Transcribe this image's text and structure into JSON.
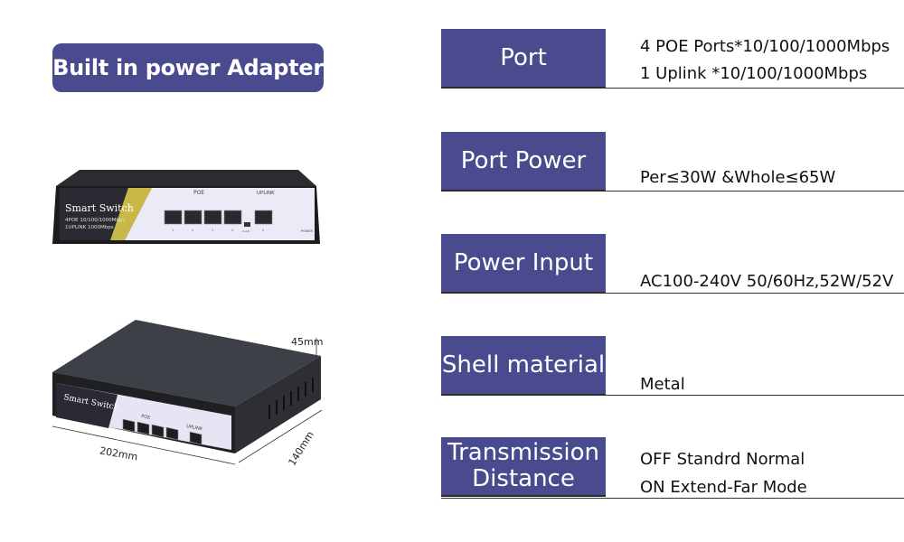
{
  "badge": {
    "text": "Built in power Adapter"
  },
  "specs": [
    {
      "label": "Port",
      "values": [
        "4 POE Ports*10/100/1000Mbps",
        "1 Uplink  *10/100/1000Mbps"
      ]
    },
    {
      "label": "Port Power",
      "values": [
        "Per≤30W &Whole≤65W"
      ]
    },
    {
      "label": "Power Input",
      "values": [
        "AC100-240V 50/60Hz,52W/52V"
      ]
    },
    {
      "label": "Shell material",
      "values": [
        "Metal"
      ]
    },
    {
      "label": "Transmission Distance",
      "values": [
        "OFF Standrd Normal",
        "ON Extend-Far Mode"
      ]
    }
  ],
  "device_front": {
    "brand": "Smart Switch",
    "line1": "4POE 10/100/1000Mbps",
    "line2": "1UPLINK 1000Mbps",
    "poe_label": "POE",
    "uplink_label": "UPLINK",
    "power_label": "POWER",
    "port_numbers": [
      "1",
      "2",
      "3",
      "4",
      "5"
    ],
    "switch_label": "VLAN"
  },
  "device_iso": {
    "brand": "Smart Switch",
    "poe_label": "POE",
    "uplink_label": "UPLINK"
  },
  "dimensions": {
    "height": "45mm",
    "width": "202mm",
    "depth": "140mm"
  }
}
